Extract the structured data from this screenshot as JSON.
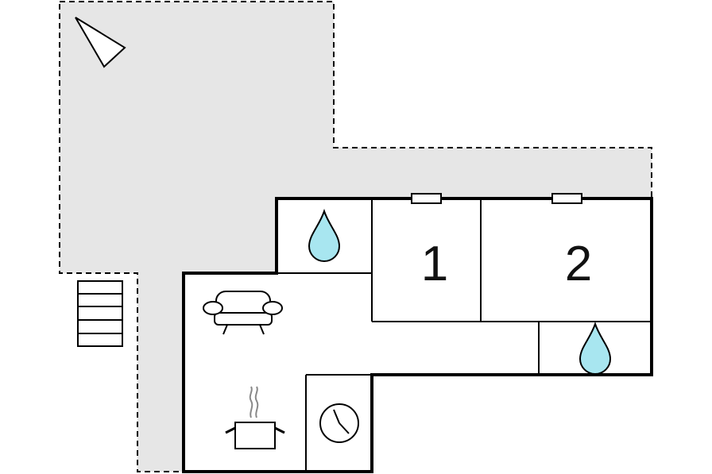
{
  "rooms": [
    {
      "id": "bedroom-1",
      "label": "1"
    },
    {
      "id": "bedroom-2",
      "label": "2"
    }
  ],
  "icons": {
    "north_arrow": "compass-triangle-icon",
    "bathroom": "water-drop-icon",
    "living": "sofa-icon",
    "kitchen": "cooking-pot-icon",
    "utility": "clock-icon",
    "stairs": "stairs-icon",
    "window": "window-icon"
  },
  "colors": {
    "terrace": "#e6e6e6",
    "wall": "#000000",
    "water": "#a8e6f0",
    "background": "#ffffff"
  }
}
